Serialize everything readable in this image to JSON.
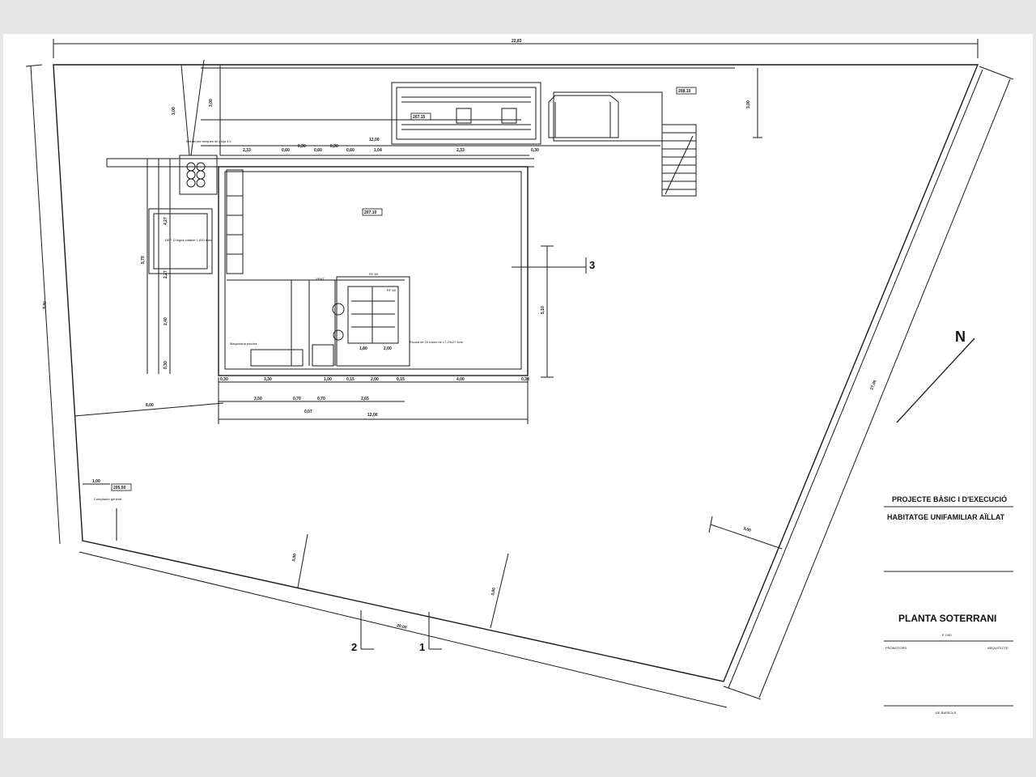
{
  "plan": {
    "levels": {
      "main_floor": "207.10",
      "upper_left": "207.15",
      "upper_right": "208.10",
      "lower_left": "205.50"
    },
    "dimensions": {
      "top_total": "22,83",
      "left_side": "9,90",
      "right_side": "27,00",
      "bottom_side": "20,00",
      "setback_a": "3,00",
      "setback_b": "3,00",
      "setback_c": "3,00",
      "setback_d": "3,00",
      "setback_e": "3,00",
      "setback_f": "3,00",
      "path_length": "8,00",
      "row1": [
        "0,30",
        "3,30",
        "1,00",
        "0,15",
        "2,00",
        "0,15",
        "4,00",
        "0,30"
      ],
      "row2": [
        "3,50",
        "0,70",
        "0,70",
        "2,65"
      ],
      "row2_small": "0,07",
      "row3_total": "12,00",
      "top_row": [
        "2,33",
        "0,60",
        "0,30",
        "0,60",
        "0,30",
        "0,60",
        "1,04",
        "2,33",
        "0,30"
      ],
      "top_total_inner": "12,00",
      "right_height": "5,10",
      "left_heights": [
        "4,27",
        "2,27",
        "2,40",
        "0,30"
      ],
      "left_height_total": "5,70",
      "tank_width": "1,00",
      "stair_dims": [
        "1,80",
        "2,00"
      ]
    },
    "labels": {
      "tank": "Arrivat per tanques de pluja 3.5",
      "cistern": "DEP. D'aigua potable 1.000 litres",
      "machine_room": "Maquinària piscina",
      "stair_note": "Escala de 20 trams de 17,23x27,5cm",
      "meter": "Comptador general",
      "grid_a": "RF-60",
      "grid_b": "RF-60",
      "ventilation": "VENT."
    },
    "north": "N",
    "sections": [
      "1",
      "2",
      "3"
    ]
  },
  "title_block": {
    "project": "PROJECTE BÀSIC I D'EXECUCIÓ",
    "building": "HABITATGE UNIFAMILIAR AÏLLAT",
    "sheet": "PLANTA SOTERRANI",
    "scale": "E 1/50",
    "promoter_label": "PROMOTORS",
    "architect_label": "ARQUITECTE",
    "footer": "DE BASSOLS"
  }
}
